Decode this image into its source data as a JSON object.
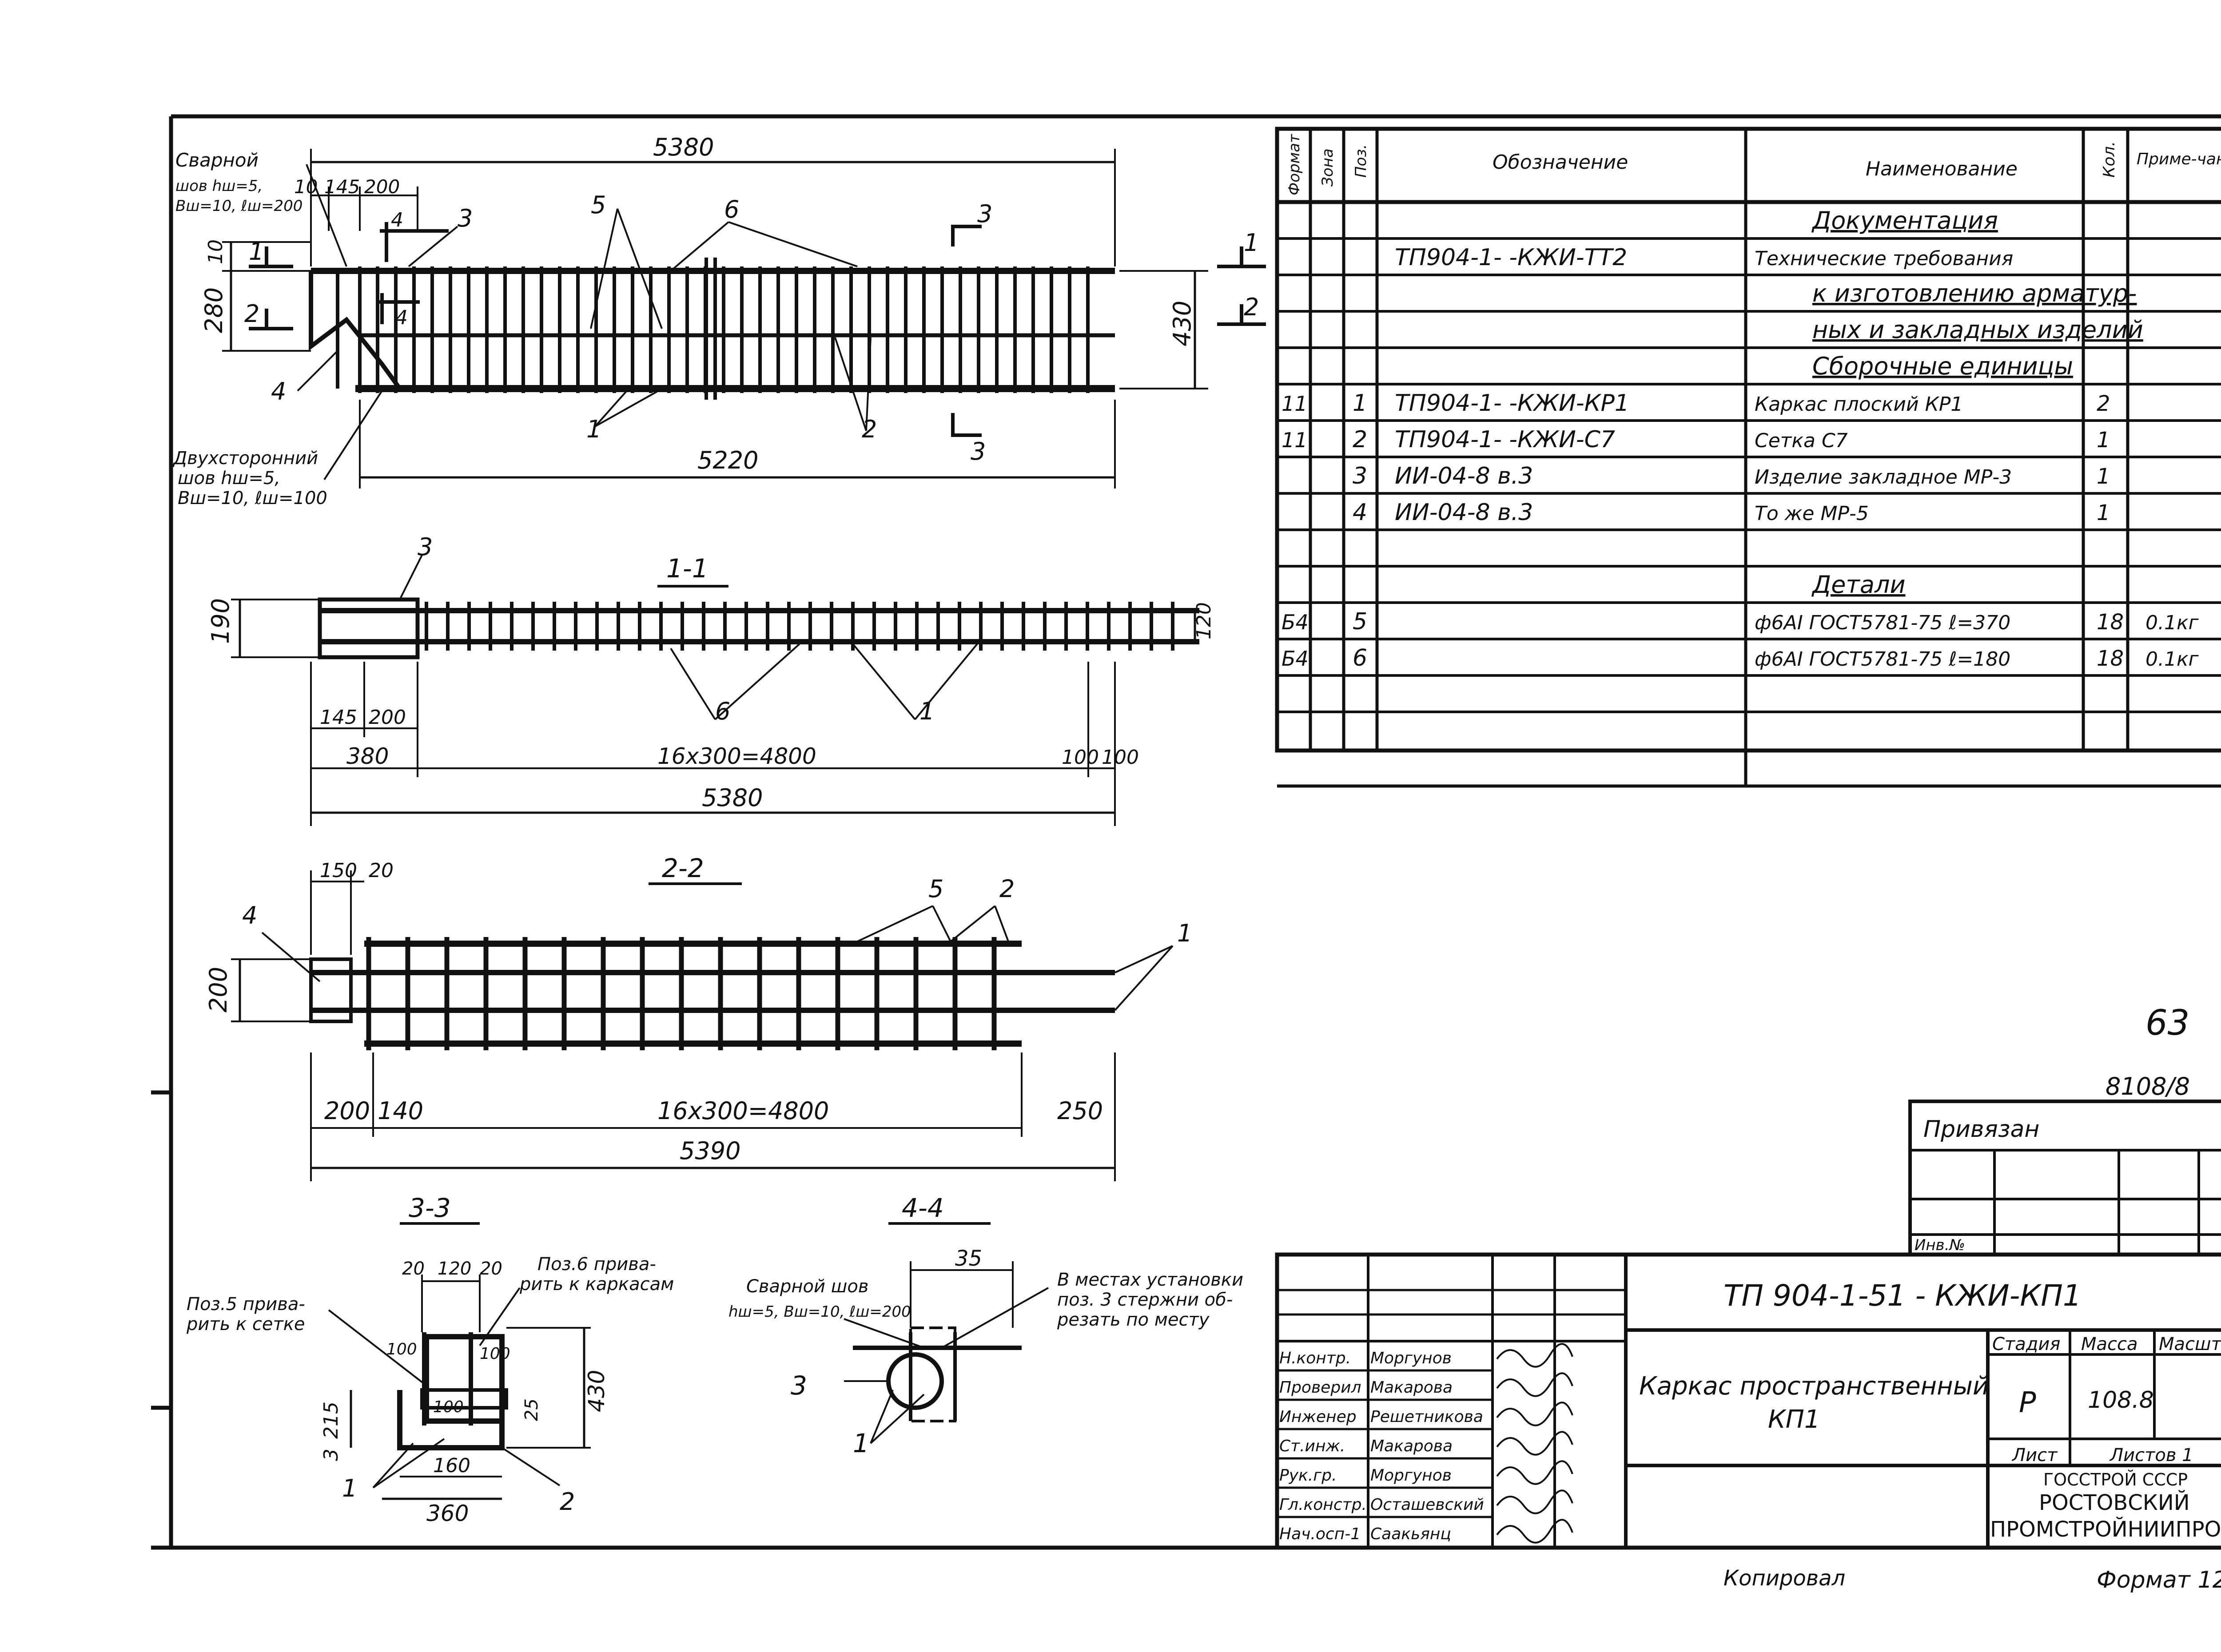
{
  "sheet": {
    "page_number": "63",
    "page_number_2": "63",
    "archive_number": "8108/8",
    "copied": "Копировал",
    "format": "Формат 12"
  },
  "plan": {
    "dim_total": "5380",
    "dim_inner": "5220",
    "dim_height": "430",
    "dim_280": "280",
    "dim_10": "10",
    "dim_10b": "10",
    "dim_145": "145",
    "dim_200": "200",
    "weld_note_1": "Сварной",
    "weld_note_2": "шов hш=5,",
    "weld_note_3": "Вш=10, ℓш=200",
    "two_side_1": "Двухсторонний",
    "two_side_2": "шов hш=5,",
    "two_side_3": "Вш=10, ℓш=100",
    "tag_1": "1",
    "tag_2": "2",
    "tag_3": "3",
    "tag_4": "4",
    "tag_5": "5",
    "tag_6": "6",
    "cut_1": "1",
    "cut_2": "2",
    "cut_3": "3",
    "cut_4": "4"
  },
  "sec11": {
    "title": "1-1",
    "dim_190": "190",
    "dim_120": "120",
    "dim_145": "145",
    "dim_200": "200",
    "dim_380": "380",
    "dim_span": "16х300=4800",
    "dim_100a": "100",
    "dim_100b": "100",
    "dim_total": "5380",
    "tag_3": "3",
    "tag_6": "6",
    "tag_1": "1"
  },
  "sec22": {
    "title": "2-2",
    "dim_150": "150",
    "dim_20": "20",
    "dim_200v": "200",
    "dim_200": "200",
    "dim_140": "140",
    "dim_span": "16х300=4800",
    "dim_250": "250",
    "dim_total": "5390",
    "tag_4": "4",
    "tag_5": "5",
    "tag_2": "2",
    "tag_1": "1"
  },
  "sec33": {
    "title": "3-3",
    "dim_20a": "20",
    "dim_120": "120",
    "dim_20b": "20",
    "dim_100a": "100",
    "dim_100b": "100",
    "dim_100c": "100",
    "dim_430": "430",
    "dim_215": "215",
    "dim_3": "3",
    "dim_25": "25",
    "dim_160": "160",
    "dim_360": "360",
    "note_5_1": "Поз.5 прива-",
    "note_5_2": "рить к сетке",
    "note_6_1": "Поз.6 прива-",
    "note_6_2": "рить к каркасам",
    "tag_1": "1",
    "tag_2": "2"
  },
  "sec44": {
    "title": "4-4",
    "dim_35": "35",
    "weld_1": "Сварной шов",
    "weld_2": "hш=5, Вш=10, ℓш=200",
    "note_1": "В местах установки",
    "note_2": "поз. 3 стержни об-",
    "note_3": "резать по месту",
    "tag_3": "3",
    "tag_1": "1"
  },
  "spec": {
    "headers": [
      "Формат",
      "Зона",
      "Поз.",
      "Обозначение",
      "Наименование",
      "Кол.",
      "Приме-чание"
    ],
    "rows": [
      {
        "fmt": "",
        "pos": "",
        "designation": "",
        "name": "Документация",
        "qty": "",
        "note": ""
      },
      {
        "fmt": "",
        "pos": "",
        "designation": "ТП904-1-    -КЖИ-ТТ2",
        "name": "Технические требования",
        "qty": "",
        "note": ""
      },
      {
        "fmt": "",
        "pos": "",
        "designation": "",
        "name": "к изготовлению арматур-",
        "qty": "",
        "note": ""
      },
      {
        "fmt": "",
        "pos": "",
        "designation": "",
        "name": "ных и закладных изделий",
        "qty": "",
        "note": ""
      },
      {
        "fmt": "",
        "pos": "",
        "designation": "",
        "name": "Сборочные единицы",
        "qty": "",
        "note": ""
      },
      {
        "fmt": "11",
        "pos": "1",
        "designation": "ТП904-1-    -КЖИ-КР1",
        "name": "Каркас плоский КР1",
        "qty": "2",
        "note": ""
      },
      {
        "fmt": "11",
        "pos": "2",
        "designation": "ТП904-1-    -КЖИ-С7",
        "name": "Сетка С7",
        "qty": "1",
        "note": ""
      },
      {
        "fmt": "",
        "pos": "3",
        "designation": "ИИ-04-8 в.3",
        "name": "Изделие закладное МР-3",
        "qty": "1",
        "note": ""
      },
      {
        "fmt": "",
        "pos": "4",
        "designation": "ИИ-04-8 в.3",
        "name": "То же        МР-5",
        "qty": "1",
        "note": ""
      },
      {
        "fmt": "",
        "pos": "",
        "designation": "",
        "name": "",
        "qty": "",
        "note": ""
      },
      {
        "fmt": "",
        "pos": "",
        "designation": "",
        "name": "Детали",
        "qty": "",
        "note": ""
      },
      {
        "fmt": "Б4",
        "pos": "5",
        "designation": "",
        "name": "ф6АI ГОСТ5781-75 ℓ=370",
        "qty": "18",
        "note": "0.1кг"
      },
      {
        "fmt": "Б4",
        "pos": "6",
        "designation": "",
        "name": "ф6АI ГОСТ5781-75 ℓ=180",
        "qty": "18",
        "note": "0.1кг"
      },
      {
        "fmt": "",
        "pos": "",
        "designation": "",
        "name": "",
        "qty": "",
        "note": ""
      }
    ]
  },
  "privyazan": {
    "title": "Привязан",
    "inv": "Инв.№"
  },
  "title_block": {
    "code": "ТП 904-1-51 - КЖИ-КП1",
    "name_1": "Каркас пространственный",
    "name_2": "КП1",
    "stage_h": "Стадия",
    "mass_h": "Масса",
    "scale_h": "Масштаб",
    "stage": "Р",
    "mass": "108.8",
    "sheet_h": "Лист",
    "sheets_h": "Листов 1",
    "org_1": "ГОССТРОЙ СССР",
    "org_2": "РОСТОВСКИЙ",
    "org_3": "ПРОМСТРОЙНИИПРОЕКТ",
    "roles": [
      {
        "role": "Н.контр.",
        "name": "Моргунов"
      },
      {
        "role": "Проверил",
        "name": "Макарова"
      },
      {
        "role": "Инженер",
        "name": "Решетникова"
      },
      {
        "role": "Ст.инж.",
        "name": "Макарова"
      },
      {
        "role": "Рук.гр.",
        "name": "Моргунов"
      },
      {
        "role": "Гл.констр.",
        "name": "Осташевский"
      },
      {
        "role": "Нач.осп-1",
        "name": "Саакьянц"
      }
    ]
  }
}
